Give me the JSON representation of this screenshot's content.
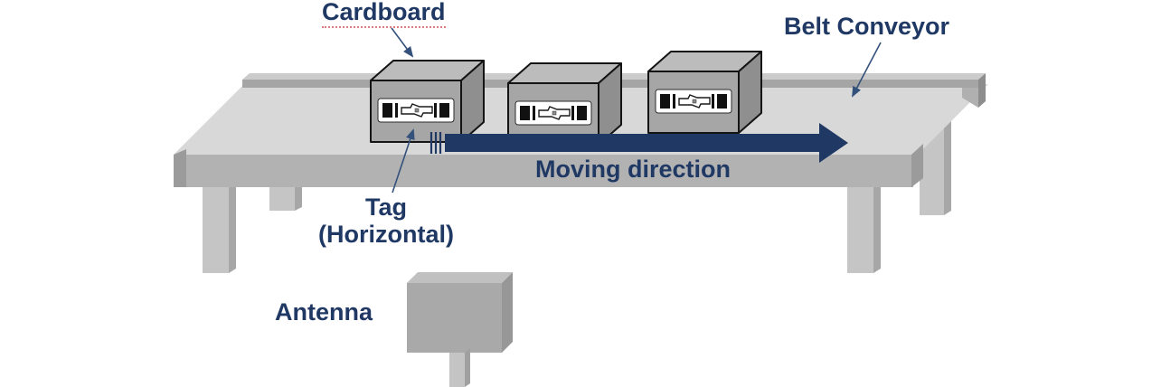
{
  "labels": {
    "cardboard": "Cardboard",
    "belt_conveyor": "Belt Conveyor",
    "moving_direction": "Moving direction",
    "tag_line1": "Tag",
    "tag_line2": "(Horizontal)",
    "antenna": "Antenna"
  },
  "scene": {
    "type": "rfid-conveyor-diagram",
    "cardboard_box_count": 3,
    "rfid_tags_per_box": 1,
    "tag_orientation_label": "Horizontal",
    "arrow_direction": "right"
  },
  "colors": {
    "background": "#ffffff",
    "label_text": "#1f3864",
    "arrow": "#1f3864",
    "leader_line": "#34517c",
    "cardboard_underline": "#e07a7a",
    "conveyor_top": "#d8d8d8",
    "conveyor_front": "#b2b2b2",
    "box_front": "#a6a6a6"
  }
}
